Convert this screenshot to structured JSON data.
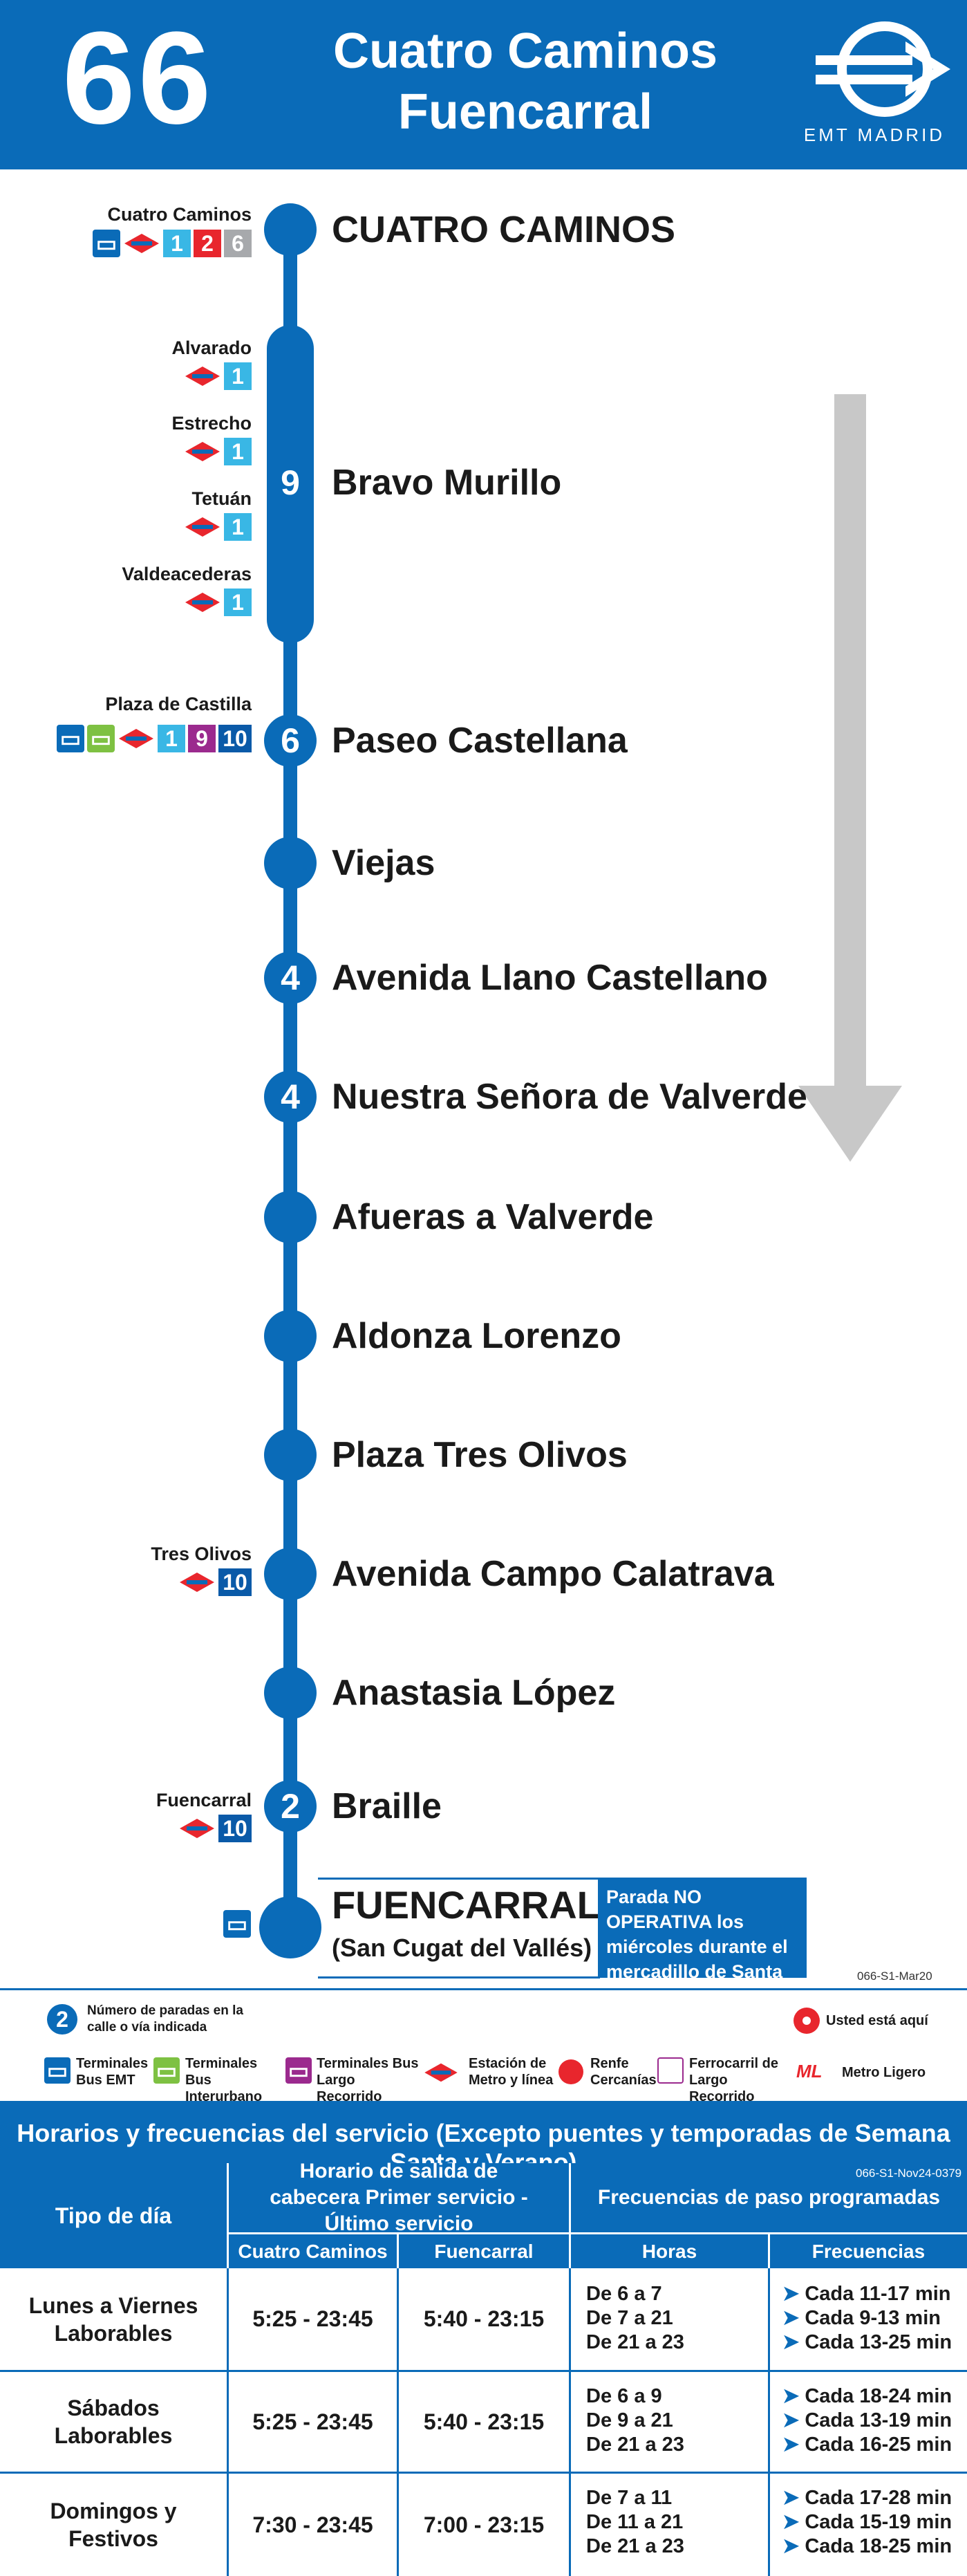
{
  "header": {
    "route_number": "66",
    "origin": "Cuatro Caminos",
    "destination": "Fuencarral",
    "brand": "EMT MADRID"
  },
  "stops": [
    {
      "name": "CUATRO CAMINOS",
      "count": ""
    },
    {
      "name": "Bravo Murillo",
      "count": "9"
    },
    {
      "name": "Paseo Castellana",
      "count": "6"
    },
    {
      "name": "Viejas",
      "count": ""
    },
    {
      "name": "Avenida Llano Castellano",
      "count": "4"
    },
    {
      "name": "Nuestra Señora de Valverde",
      "count": "4"
    },
    {
      "name": "Afueras a Valverde",
      "count": ""
    },
    {
      "name": "Aldonza Lorenzo",
      "count": ""
    },
    {
      "name": "Plaza Tres Olivos",
      "count": ""
    },
    {
      "name": "Avenida Campo Calatrava",
      "count": ""
    },
    {
      "name": "Anastasia López",
      "count": ""
    },
    {
      "name": "Braille",
      "count": "2"
    }
  ],
  "terminal": {
    "name": "FUENCARRAL",
    "sub": "(San Cugat del Vallés)"
  },
  "connections": {
    "cuatro_caminos": {
      "name": "Cuatro Caminos",
      "lines": [
        "1",
        "2",
        "6"
      ]
    },
    "alvarado": {
      "name": "Alvarado",
      "lines": [
        "1"
      ]
    },
    "estrecho": {
      "name": "Estrecho",
      "lines": [
        "1"
      ]
    },
    "tetuan": {
      "name": "Tetuán",
      "lines": [
        "1"
      ]
    },
    "valdeacederas": {
      "name": "Valdeacederas",
      "lines": [
        "1"
      ]
    },
    "plaza_castilla": {
      "name": "Plaza de Castilla",
      "lines": [
        "1",
        "9",
        "10"
      ]
    },
    "tres_olivos": {
      "name": "Tres Olivos",
      "lines": [
        "10"
      ]
    },
    "fuencarral": {
      "name": "Fuencarral",
      "lines": [
        "10"
      ]
    }
  },
  "notice": "Parada NO OPERATIVA los miércoles durante el mercadillo de Santa Ana",
  "doc_code_1": "066-S1-Mar20",
  "legend": {
    "stops_number": "Número de paradas en la calle o vía indicada",
    "stops_badge": "2",
    "you_are_here": "Usted está aquí",
    "bus_emt": "Terminales Bus EMT",
    "bus_inter": "Terminales Bus Interurbano",
    "bus_largo": "Terminales Bus Largo Recorrido",
    "metro": "Estación de Metro y línea",
    "renfe": "Renfe Cercanías",
    "ferro": "Ferrocarril de Largo Recorrido",
    "ligero": "Metro Ligero"
  },
  "schedule": {
    "title": "Horarios y frecuencias del servicio (Excepto puentes y temporadas de Semana Santa y Verano)",
    "doc_code_2": "066-S1-Nov24-0379",
    "col_day": "Tipo de día",
    "col_departure": "Horario de salida de cabecera Primer servicio - Último servicio",
    "col_freq": "Frecuencias de paso programadas",
    "sub_origin": "Cuatro Caminos",
    "sub_dest": "Fuencarral",
    "sub_hours": "Horas",
    "sub_freqs": "Frecuencias",
    "rows": [
      {
        "day": "Lunes a Viernes Laborables",
        "origin": "5:25 - 23:45",
        "dest": "5:40 - 23:15",
        "hours": [
          "De 6 a 7",
          "De 7 a 21",
          "De 21 a 23"
        ],
        "freqs": [
          "Cada 11-17 min",
          "Cada 9-13 min",
          "Cada 13-25 min"
        ]
      },
      {
        "day": "Sábados Laborables",
        "origin": "5:25 - 23:45",
        "dest": "5:40 - 23:15",
        "hours": [
          "De 6 a 9",
          "De 9 a 21",
          "De 21 a 23"
        ],
        "freqs": [
          "Cada 18-24 min",
          "Cada 13-19 min",
          "Cada 16-25 min"
        ]
      },
      {
        "day": "Domingos y Festivos",
        "origin": "7:30 - 23:45",
        "dest": "7:00 - 23:15",
        "hours": [
          "De 7 a 11",
          "De 11 a 21",
          "De 21 a 23"
        ],
        "freqs": [
          "Cada 17-28 min",
          "Cada 15-19 min",
          "Cada 18-25 min"
        ]
      }
    ]
  },
  "colors": {
    "brand_blue": "#0a6bb8",
    "arrow_gray": "#c8c8c8",
    "metro_red": "#e8262d",
    "line1": "#39b7e5",
    "line9": "#9b2a8e",
    "line10": "#0a5aa8"
  }
}
